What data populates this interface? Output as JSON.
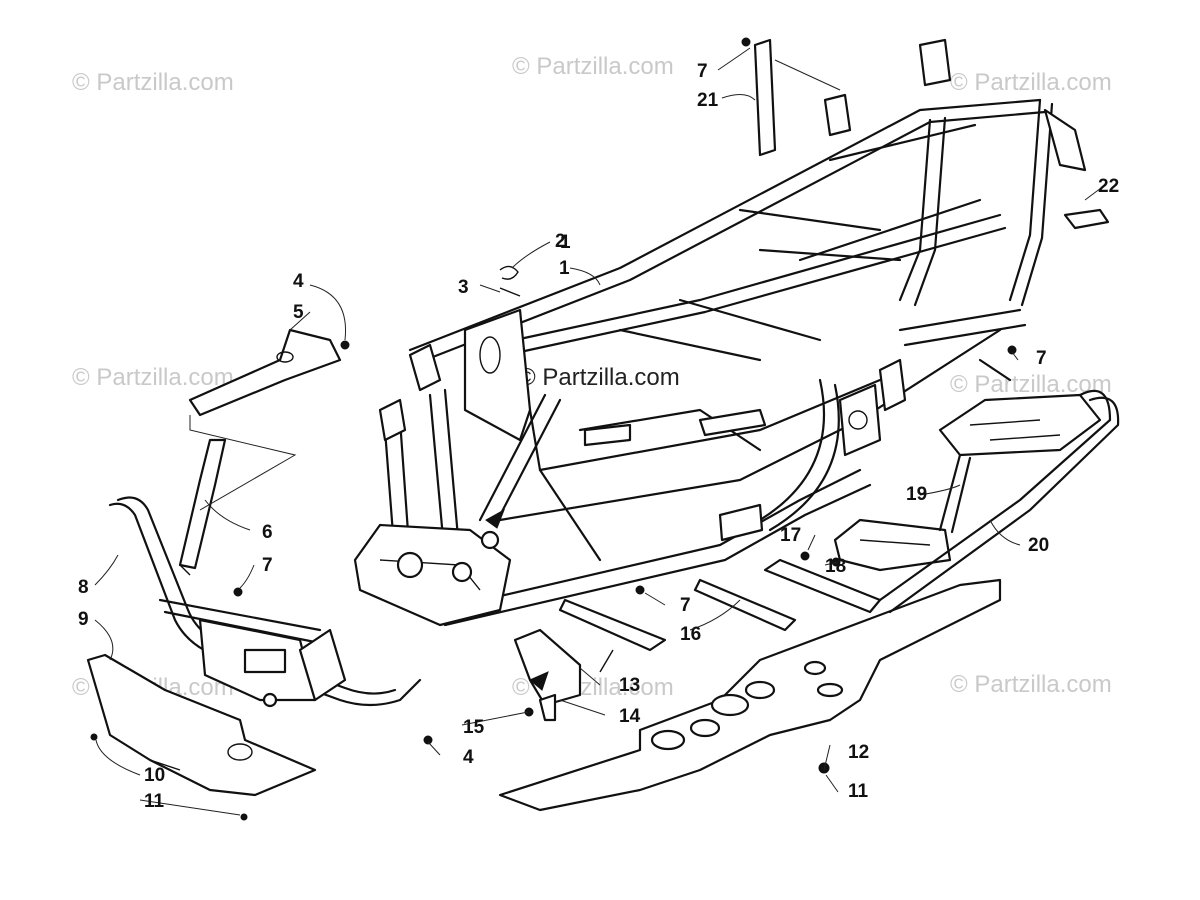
{
  "watermarks": {
    "text": "© Partzilla.com",
    "center_text": "© Partzilla.com"
  },
  "callouts": {
    "c1": "1",
    "c2": "2",
    "c3": "3",
    "c4a": "4",
    "c4b": "4",
    "c5": "5",
    "c6": "6",
    "c7a": "7",
    "c7b": "7",
    "c7c": "7",
    "c7d": "7",
    "c8": "8",
    "c9": "9",
    "c10": "10",
    "c11a": "11",
    "c11b": "11",
    "c12": "12",
    "c13": "13",
    "c14": "14",
    "c15": "15",
    "c16": "16",
    "c17": "17",
    "c18": "18",
    "c19": "19",
    "c20": "20",
    "c21": "21",
    "c22": "22"
  }
}
